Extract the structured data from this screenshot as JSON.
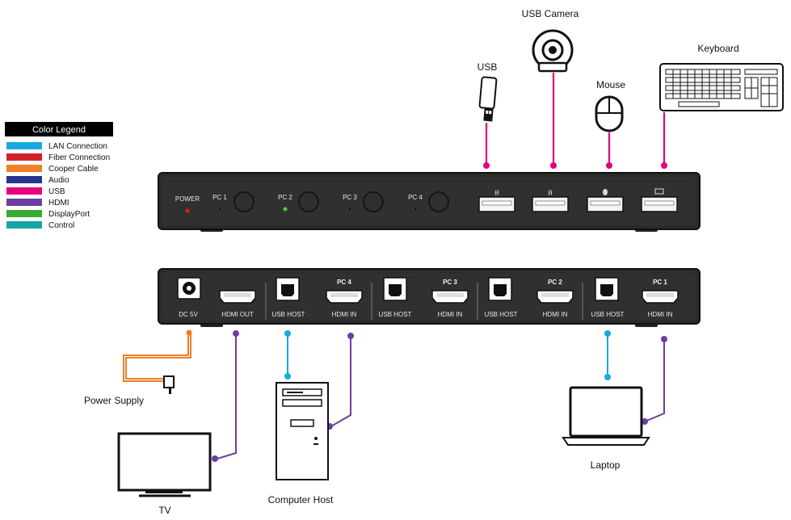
{
  "legend": {
    "title": "Color Legend",
    "items": [
      {
        "label": "LAN Connection",
        "color": "#1aa8e0"
      },
      {
        "label": "Fiber Connection",
        "color": "#d2232a"
      },
      {
        "label": "Cooper Cable",
        "color": "#f07f2a"
      },
      {
        "label": "Audio",
        "color": "#27348b"
      },
      {
        "label": "USB",
        "color": "#e6007e"
      },
      {
        "label": "HDMI",
        "color": "#6b3fa0"
      },
      {
        "label": "DisplayPort",
        "color": "#3aaa35"
      },
      {
        "label": "Control",
        "color": "#14a5a5"
      }
    ]
  },
  "devices": {
    "usb_camera": "USB Camera",
    "usb": "USB",
    "mouse": "Mouse",
    "keyboard": "Keyboard",
    "power_supply": "Power Supply",
    "tv": "TV",
    "computer_host": "Computer Host",
    "laptop": "Laptop"
  },
  "front_panel": {
    "power": "POWER",
    "pc1": "PC 1",
    "pc2": "PC 2",
    "pc3": "PC 3",
    "pc4": "PC 4"
  },
  "rear_panel": {
    "dc": "DC 5V",
    "hdmi_out": "HDMI OUT",
    "usb_host": "USB HOST",
    "hdmi_in": "HDMI IN",
    "pc4": "PC 4",
    "pc3": "PC 3",
    "pc2": "PC 2",
    "pc1": "PC 1"
  },
  "colors": {
    "usb": "#e6007e",
    "hdmi": "#6b3fa0",
    "lan": "#1aa8e0",
    "copper": "#f07f2a",
    "panel": "#2b2b2b"
  }
}
